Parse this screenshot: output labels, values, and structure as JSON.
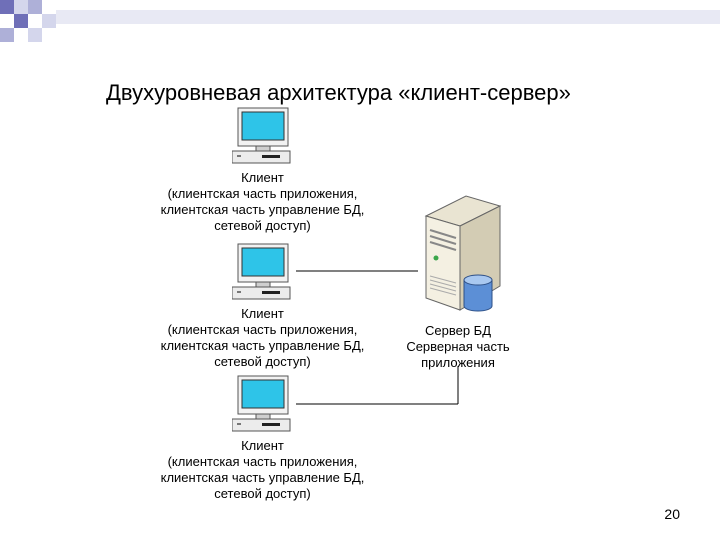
{
  "slide": {
    "title": "Двухуровневая архитектура «клиент-сервер»",
    "page_number": "20"
  },
  "clients": [
    {
      "lines": [
        "Клиент",
        "(клиентская часть приложения,",
        "клиентская часть управление БД,",
        "сетевой доступ)"
      ]
    },
    {
      "lines": [
        "Клиент",
        "(клиентская часть приложения,",
        "клиентская часть управление БД,",
        "сетевой доступ)"
      ]
    },
    {
      "lines": [
        "Клиент",
        "(клиентская часть приложения,",
        "клиентская часть управление БД,",
        "сетевой доступ)"
      ]
    }
  ],
  "server": {
    "lines": [
      "Сервер БД",
      "Серверная часть",
      "приложения"
    ]
  },
  "colors": {
    "screen": "#2ec4e8",
    "decor": "#6f6fb8"
  }
}
